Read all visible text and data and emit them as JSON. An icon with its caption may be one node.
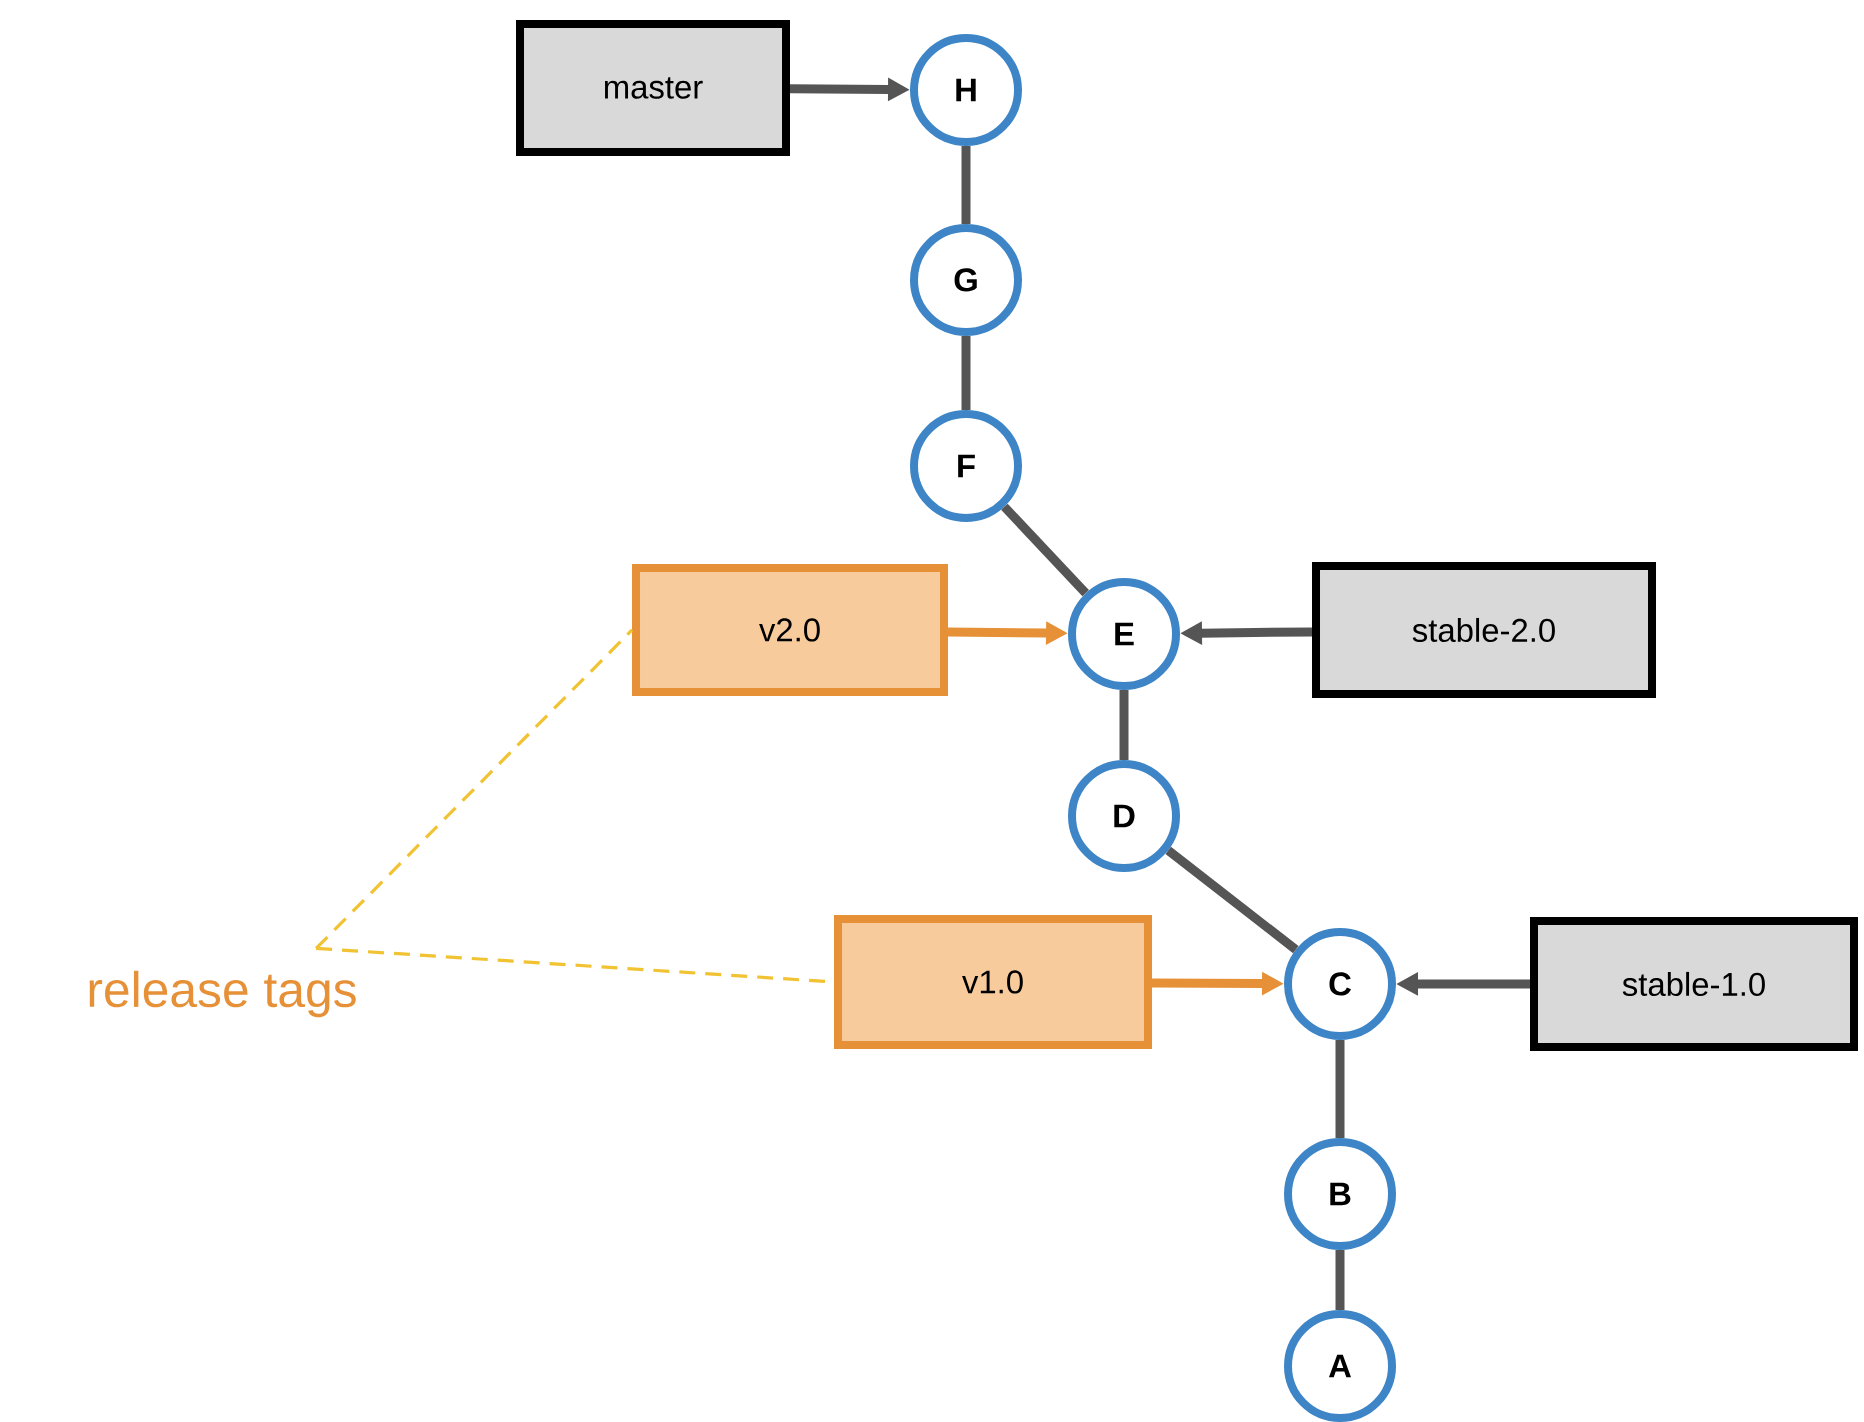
{
  "diagram": {
    "nodes": [
      {
        "text": [
          "master"
        ]
      },
      {
        "text": [
          "H"
        ]
      },
      {
        "text": [
          "G"
        ]
      },
      {
        "text": [
          "F"
        ]
      },
      {
        "text": [
          "v2.0"
        ]
      },
      {
        "text": [
          "E"
        ]
      },
      {
        "text": [
          "stable-2.0"
        ]
      },
      {
        "text": [
          "D"
        ]
      },
      {
        "text": [
          "release tags"
        ]
      },
      {
        "text": [
          "v1.0"
        ]
      },
      {
        "text": [
          "C"
        ]
      },
      {
        "text": [
          "stable-1.0"
        ]
      },
      {
        "text": [
          "B"
        ]
      },
      {
        "text": [
          "A"
        ]
      }
    ],
    "edges": [
      {
        "from": 0,
        "to": 1,
        "arrow": "to"
      },
      {
        "from": 1,
        "to": 2,
        "arrow": "none"
      },
      {
        "from": 2,
        "to": 3,
        "arrow": "none"
      },
      {
        "from": 3,
        "to": 5,
        "arrow": "none"
      },
      {
        "from": 4,
        "to": 5,
        "arrow": "to",
        "color": "#e69138"
      },
      {
        "from": 6,
        "to": 5,
        "arrow": "to"
      },
      {
        "from": 5,
        "to": 7,
        "arrow": "none"
      },
      {
        "from": 7,
        "to": 10,
        "arrow": "none"
      },
      {
        "from": 9,
        "to": 10,
        "arrow": "to",
        "color": "#e69138"
      },
      {
        "from": 11,
        "to": 10,
        "arrow": "to"
      },
      {
        "from": 10,
        "to": 12,
        "arrow": "none"
      },
      {
        "from": 12,
        "to": 13,
        "arrow": "none"
      },
      {
        "from": 8,
        "to": 4,
        "arrow": "none",
        "style": "dashed",
        "color": "#f1c232"
      },
      {
        "from": 8,
        "to": 9,
        "arrow": "none",
        "style": "dashed",
        "color": "#f1c232"
      }
    ]
  }
}
